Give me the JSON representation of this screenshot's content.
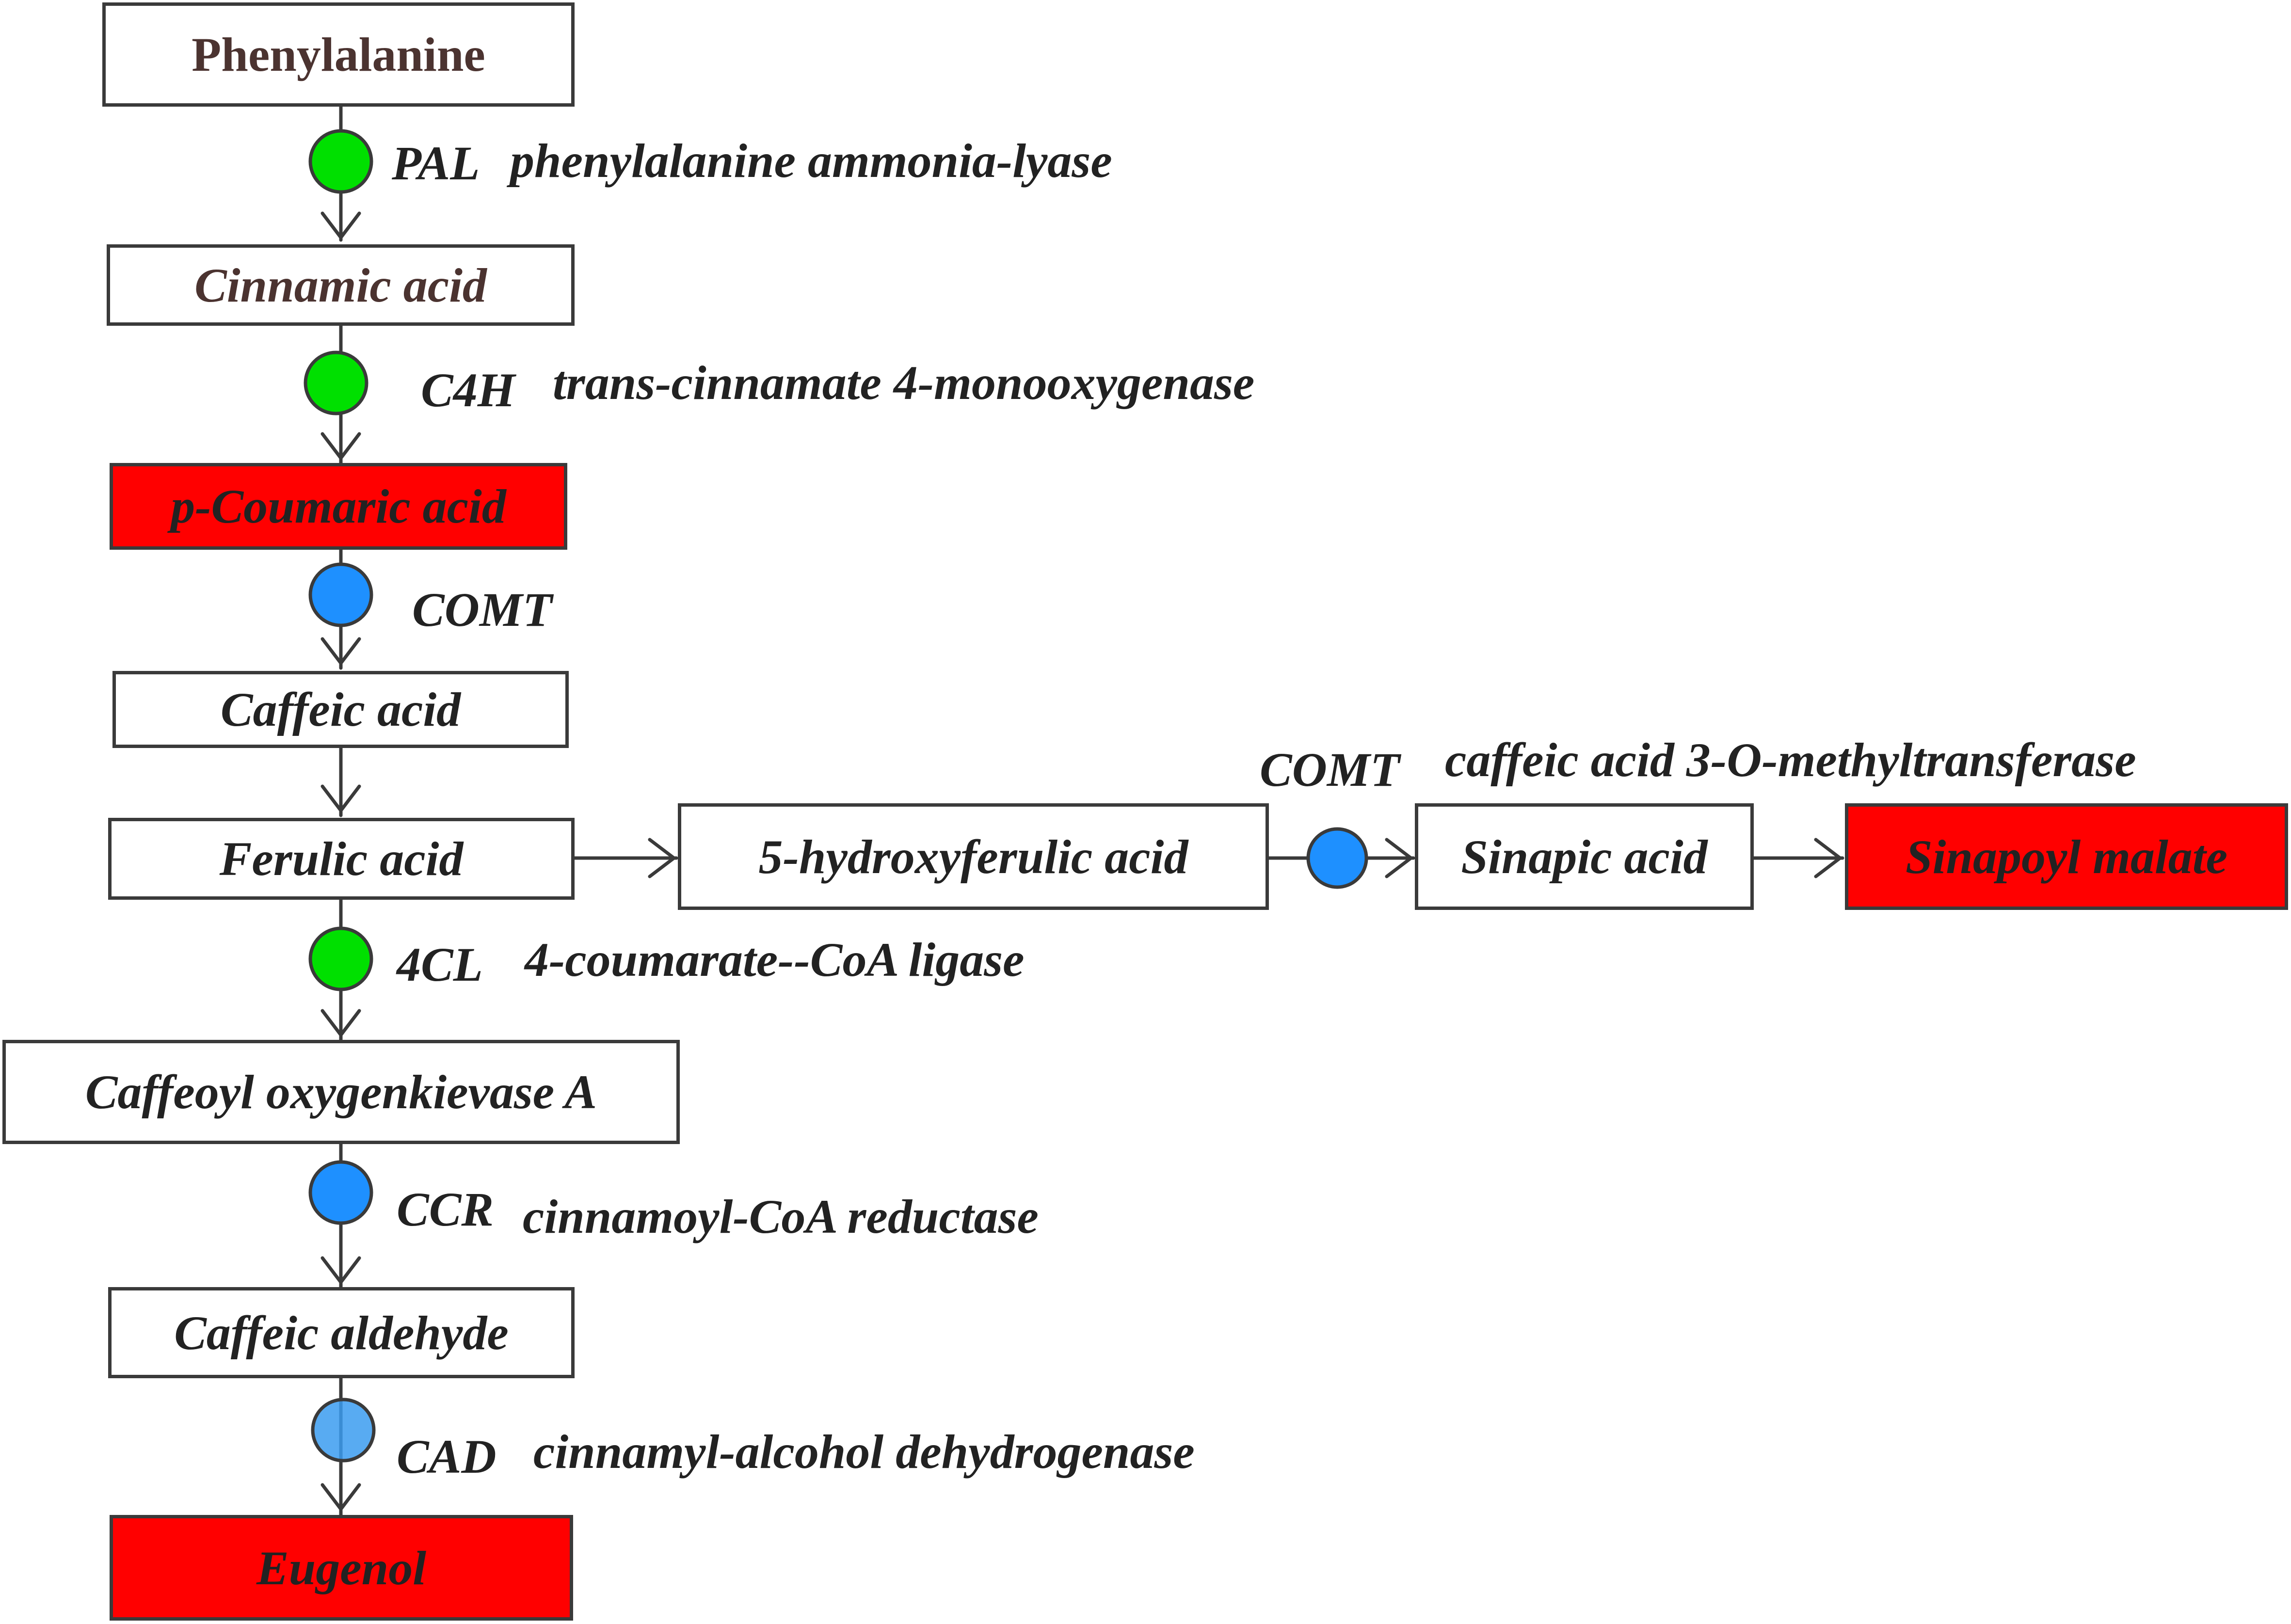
{
  "colors": {
    "red_node": "#ff0000",
    "green_dot": "#00e000",
    "blue_dot": "#1e90ff",
    "light_blue_dot": "#3b9cf0",
    "brown_text": "#4b3330"
  },
  "nodes": {
    "phenylalanine": "Phenylalanine",
    "cinnamic_acid": "Cinnamic acid",
    "p_coumaric_acid": "p-Coumaric acid",
    "caffeic_acid": "Caffeic acid",
    "ferulic_acid": "Ferulic acid",
    "hydroxyferulic_acid": "5-hydroxyferulic acid",
    "sinapic_acid": "Sinapic acid",
    "sinapoyl_malate": "Sinapoyl malate",
    "caffeoyl_oxygenkievase_a": "Caffeoyl oxygenkievase A",
    "caffeic_aldehyde": "Caffeic aldehyde",
    "eugenol": "Eugenol"
  },
  "enzymes": {
    "pal": {
      "abbr": "PAL",
      "name": "phenylalanine ammonia-lyase",
      "dot": "green"
    },
    "c4h": {
      "abbr": "C4H",
      "name": "trans-cinnamate 4-monooxygenase",
      "dot": "green"
    },
    "comt_1": {
      "abbr": "COMT",
      "dot": "blue"
    },
    "comt_2": {
      "abbr": "COMT",
      "name": "caffeic acid 3-O-methyltransferase",
      "dot": "blue"
    },
    "4cl": {
      "abbr": "4CL",
      "name": "4-coumarate--CoA ligase",
      "dot": "green"
    },
    "ccr": {
      "abbr": "CCR",
      "name": "cinnamoyl-CoA reductase",
      "dot": "blue"
    },
    "cad": {
      "abbr": "CAD",
      "name": "cinnamyl-alcohol dehydrogenase",
      "dot": "light-blue"
    }
  }
}
